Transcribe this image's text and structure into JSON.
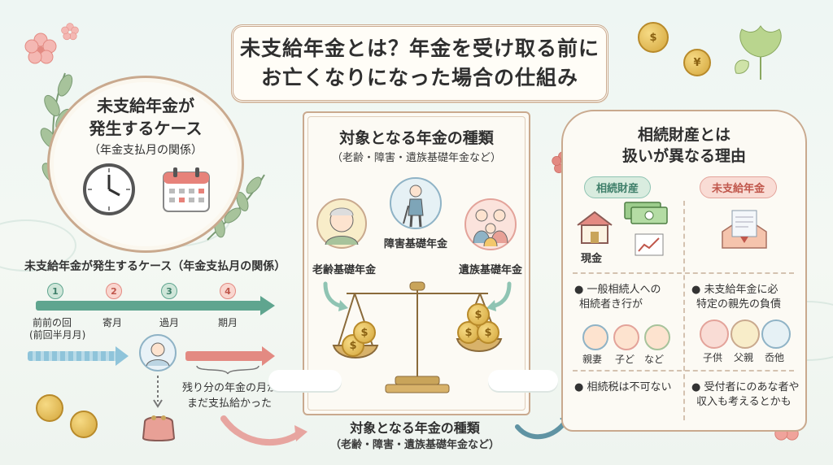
{
  "title": {
    "line1": "未支給年金とは？年金を受け取る前に",
    "line2": "お亡くなりになった場合の仕組み"
  },
  "left": {
    "circle_title_1": "未支給年金が",
    "circle_title_2": "発生するケース",
    "circle_subtitle": "（年金支払月の関係）",
    "timeline_heading": "未支給年金が発生するケース（年金支払月の関係）",
    "steps": [
      {
        "num": "1",
        "label1": "前前の回",
        "label2": "(前回半月月)"
      },
      {
        "num": "2",
        "label1": "寄月",
        "label2": ""
      },
      {
        "num": "3",
        "label1": "過月",
        "label2": ""
      },
      {
        "num": "4",
        "label1": "期月",
        "label2": ""
      }
    ],
    "note_1": "残り分の年金の月が",
    "note_2": "まだ支払給かった"
  },
  "middle": {
    "title": "対象となる年金の種類",
    "subtitle": "（老齢・障害・遺族基礎年金など）",
    "types": [
      "老齢基礎年金",
      "障害基礎年金",
      "遺族基礎年金"
    ],
    "bottom_title": "対象となる年金の種類",
    "bottom_subtitle": "（老齢・障害・遺族基礎年金など）"
  },
  "right": {
    "title_1": "相続財産とは",
    "title_2": "扱いが異なる理由",
    "tag_left": "相続財産",
    "tag_right": "未支給年金",
    "cash_label": "現金",
    "left_bullet_1a": "一般相続人への",
    "left_bullet_1b": "相続者き行が",
    "left_people": [
      "親妻",
      "子ど",
      "など"
    ],
    "left_bullet_2": "相続税は不可ない",
    "right_bullet_1a": "未支給年金に必",
    "right_bullet_1b": "特定の親先の負債",
    "right_people": [
      "子供",
      "父親",
      "岙他"
    ],
    "right_bullet_2a": "受付者にのあな者や",
    "right_bullet_2b": "収入も考えるとかも"
  },
  "colors": {
    "accent_gold": "#d4a63c",
    "border_brown": "#c9a98e",
    "arrow_blue": "#8fc4da",
    "arrow_green": "#5fa58f",
    "arrow_red": "#e38a82",
    "tag_green": "#d9ecdf",
    "tag_pink": "#f9dcd5"
  },
  "icons": [
    "clock-icon",
    "calendar-icon",
    "person-icon",
    "purse-icon",
    "scale-icon",
    "coin-icon",
    "house-icon",
    "money-icon",
    "chart-icon",
    "document-icon",
    "sakura-icon",
    "ginkgo-icon",
    "leaf-branch-icon"
  ]
}
